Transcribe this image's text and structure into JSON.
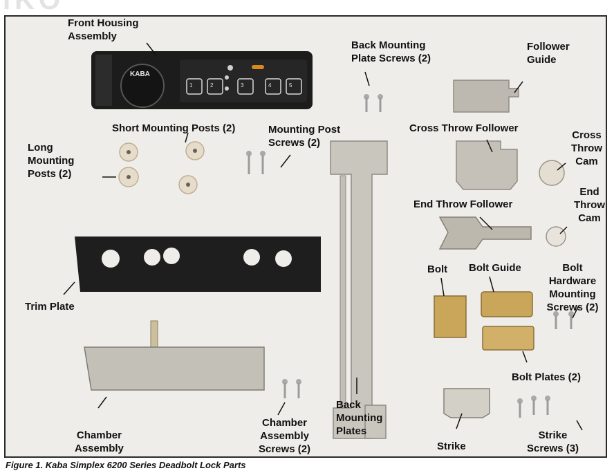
{
  "background_mark": "IKO",
  "keypad_brand": "KABA",
  "keypad_keys": [
    "1",
    "2",
    "3",
    "4",
    "5"
  ],
  "labels": {
    "front_housing": "Front Housing\nAssembly",
    "back_mounting_screws": "Back Mounting\nPlate Screws (2)",
    "follower_guide": "Follower\nGuide",
    "short_posts": "Short Mounting Posts (2)",
    "post_screws": "Mounting Post\nScrews (2)",
    "long_posts": "Long\nMounting\nPosts (2)",
    "cross_throw_follower": "Cross Throw Follower",
    "cross_throw_cam": "Cross\nThrow\nCam",
    "end_throw_follower": "End Throw Follower",
    "end_throw_cam": "End\nThrow\nCam",
    "bolt": "Bolt",
    "bolt_guide": "Bolt Guide",
    "bolt_hardware_screws": "Bolt Hardware\nMounting\nScrews (2)",
    "trim_plate": "Trim Plate",
    "bolt_plates": "Bolt Plates (2)",
    "back_mounting_plates": "Back\nMounting\nPlates",
    "chamber_assembly": "Chamber\nAssembly",
    "chamber_screws": "Chamber\nAssembly\nScrews (2)",
    "strike": "Strike",
    "strike_screws": "Strike\nScrews (3)"
  },
  "caption": "Figure 1. Kaba Simplex 6200 Series Deadbolt Lock Parts",
  "colors": {
    "background": "#efedea",
    "black_part": "#1c1c1c",
    "metal": "#b9b6ad",
    "brass": "#c9a65a",
    "post": "#e6dccb"
  }
}
